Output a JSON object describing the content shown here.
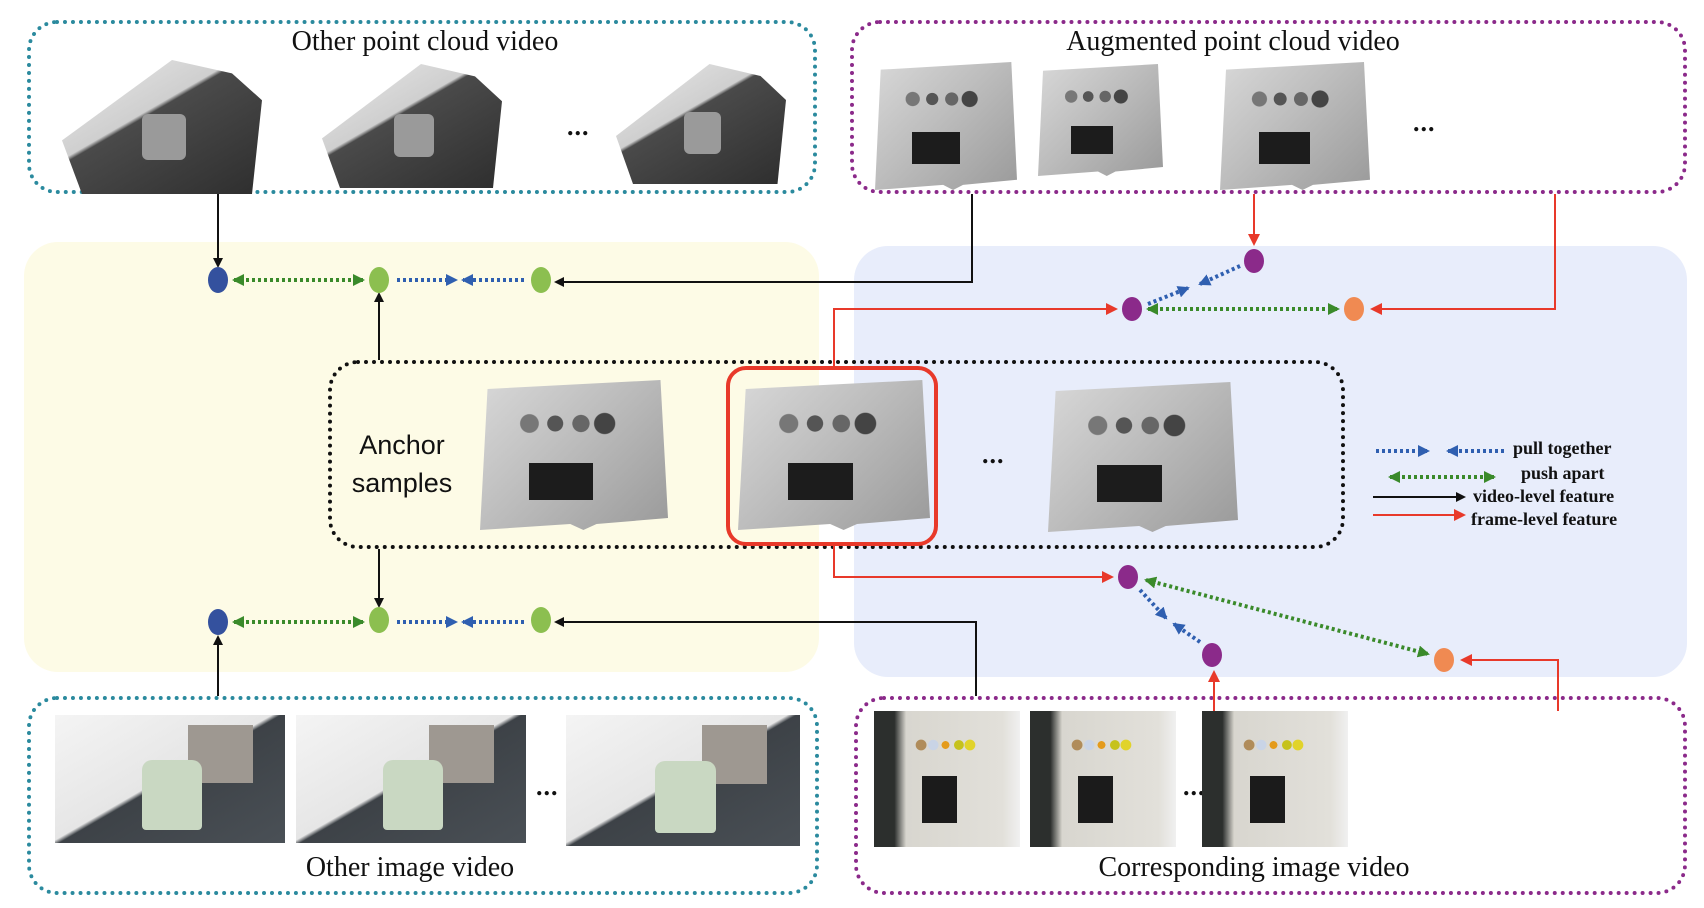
{
  "figure": {
    "groups": {
      "other_point_cloud_video": {
        "title": "Other point cloud video",
        "frames": 3,
        "ellipsis": "..."
      },
      "augmented_point_cloud_video": {
        "title": "Augmented point cloud video",
        "frames": 3,
        "ellipsis": "..."
      },
      "anchor_samples": {
        "title_line1": "Anchor",
        "title_line2": "samples",
        "frames": 3,
        "ellipsis": "..."
      },
      "other_image_video": {
        "title": "Other image video",
        "frames": 3,
        "ellipsis": "..."
      },
      "corresponding_image_video": {
        "title": "Corresponding image video",
        "frames": 3,
        "ellipsis": "..."
      }
    },
    "legend": {
      "pull_together": "pull together",
      "push_apart": "push apart",
      "video_level_feature": "video-level feature",
      "frame_level_feature": "frame-level feature"
    },
    "colors": {
      "teal_border": "#2b8a9e",
      "purple_border": "#8b2a8a",
      "video_panel_bg": "#fdfbe6",
      "frame_panel_bg": "#e8edfb",
      "pull_arrow": "#2f5fb0",
      "push_arrow": "#3a8a2a",
      "video_level_arrow": "#111111",
      "frame_level_arrow": "#e8392a",
      "node_blue": "#34519e",
      "node_green": "#8cbf50",
      "node_purple": "#8b2a8a",
      "node_orange": "#f08a52",
      "highlight_box": "#e8392a"
    }
  }
}
